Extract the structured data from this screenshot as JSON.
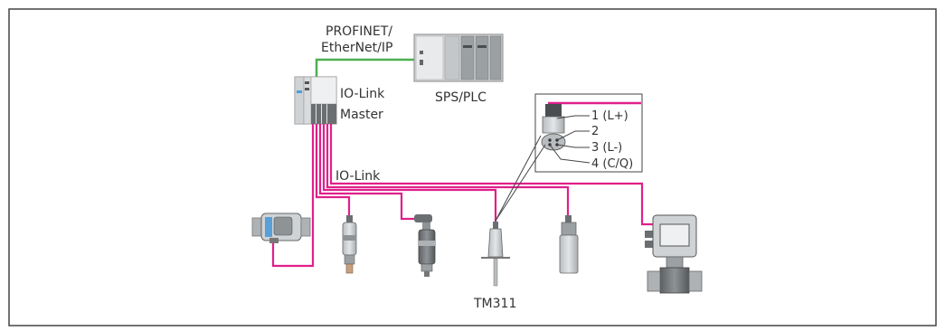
{
  "network": {
    "label_line1": "PROFINET/",
    "label_line2": "EtherNet/IP",
    "color": "#4caf50"
  },
  "plc": {
    "label": "SPS/PLC"
  },
  "master": {
    "label_line1": "IO-Link",
    "label_line2": "Master"
  },
  "iolink": {
    "label": "IO-Link",
    "color": "#e0208a"
  },
  "connector": {
    "pins": [
      "1 (L+)",
      "2",
      "3 (L-)",
      "4 (C/Q)"
    ]
  },
  "devices": {
    "tm311_label": "TM311"
  },
  "colors": {
    "outline": "#555555",
    "device_grey": "#cfd3d6",
    "device_dark": "#6b6f72",
    "accent_blue": "#5aa0d8"
  }
}
